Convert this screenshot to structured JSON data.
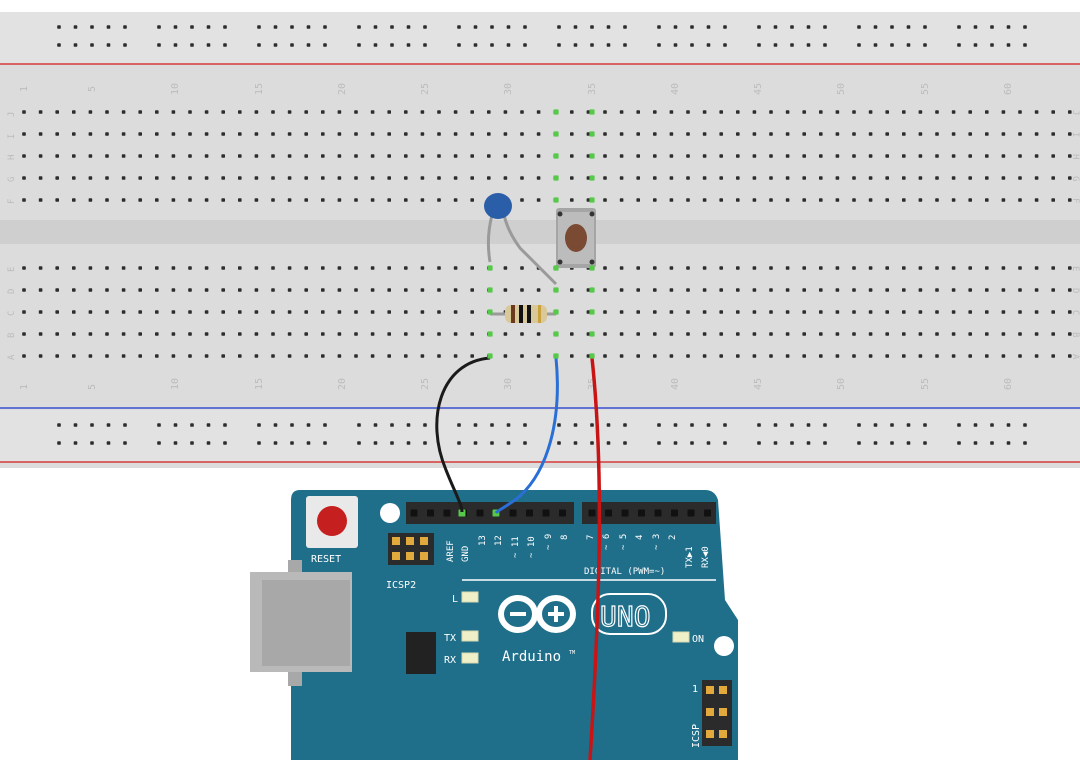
{
  "breadboard": {
    "column_numbers": [
      "1",
      "5",
      "10",
      "15",
      "20",
      "25",
      "30",
      "35",
      "40",
      "45",
      "50",
      "55",
      "60"
    ],
    "rows_top": [
      "J",
      "I",
      "H",
      "G",
      "F"
    ],
    "rows_bottom": [
      "E",
      "D",
      "C",
      "B",
      "A"
    ]
  },
  "board": {
    "reset_label": "RESET",
    "icsp2_label": "ICSP2",
    "icsp_label": "ICSP",
    "icsp_pin1": "1",
    "digital_label": "DIGITAL (PWM=~)",
    "logo_wordmark": "UNO",
    "brand": "Arduino",
    "trademark": "TM",
    "led_l": "L",
    "led_tx": "TX",
    "led_rx": "RX",
    "led_on": "ON",
    "header_left_pins": [
      "AREF",
      "GND",
      "13",
      "12",
      "~ 11",
      "~ 10",
      "~ 9",
      "8"
    ],
    "header_right_pins": [
      "7",
      "~ 6",
      "~ 5",
      "4",
      "~ 3",
      "2",
      "TX▶1",
      "RX◀0"
    ]
  },
  "colors": {
    "breadboard": "#dcdcdc",
    "power_red": "#d43a3a",
    "power_blue": "#3a4fd0",
    "board": "#1f6f8b",
    "wire_black": "#1a1a1a",
    "wire_blue": "#2a6fd6",
    "wire_red": "#c81414",
    "capacitor": "#2b5ea8"
  }
}
